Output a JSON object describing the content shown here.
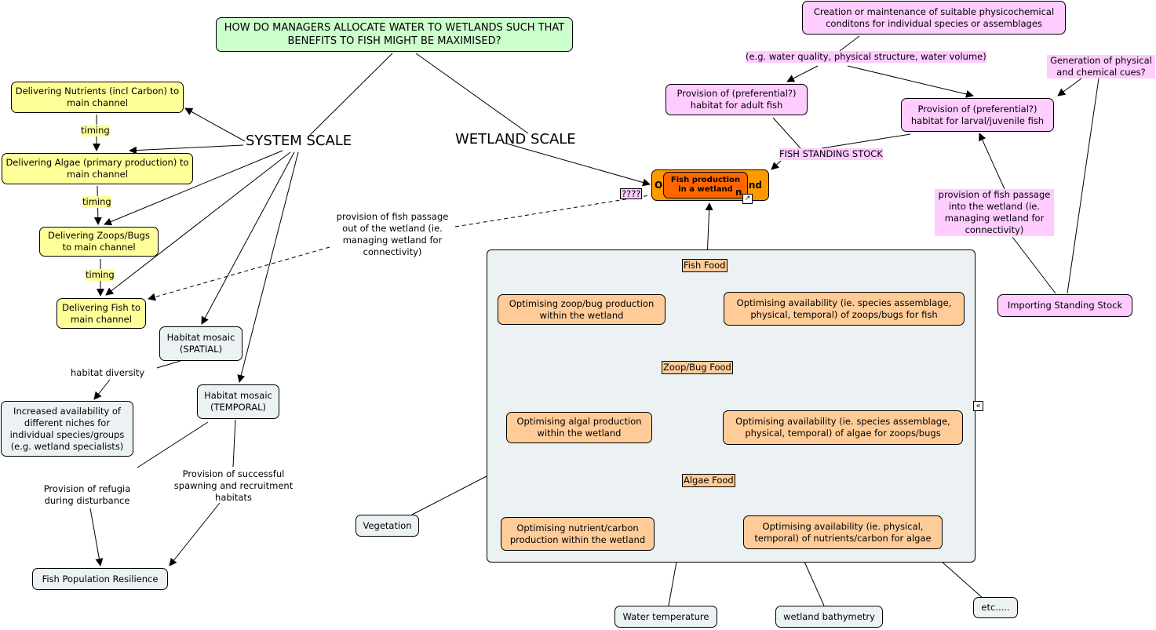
{
  "question": "HOW DO MANAGERS ALLOCATE WATER TO WETLANDS SUCH THAT BENEFITS TO FISH MIGHT BE MAXIMISED?",
  "system_scale": "SYSTEM SCALE",
  "wetland_scale": "WETLAND SCALE",
  "system": {
    "nutrients": "Delivering Nutrients (incl Carbon) to main channel",
    "algae": "Delivering Algae (primary production) to main channel",
    "zoops": "Delivering Zoops/Bugs to main channel",
    "fish": "Delivering Fish to main channel",
    "timing": "timing",
    "habitat_spatial": "Habitat mosaic (SPATIAL)",
    "habitat_temporal": "Habitat mosaic (TEMPORAL)",
    "habitat_diversity": "habitat diversity",
    "niches": "Increased availability of different niches for individual species/groups (e.g. wetland specialists)",
    "refugia": "Provision of refugia during disturbance",
    "spawning": "Provision of successful spawning and recruitment habitats",
    "resilience": "Fish Population Resilience",
    "passage_out": "provision of fish passage out of the wetland (ie. managing wetland for connectivity)"
  },
  "center": {
    "outer_left": "O",
    "outer_right": "nd",
    "outer_bottom": "n",
    "inner": "Fish production in a wetland",
    "unknown_label": "????",
    "link_icon": "↗"
  },
  "wetland": {
    "fish_food": "Fish Food",
    "zoop_food": "Zoop/Bug Food",
    "algae_food": "Algae Food",
    "opt_zoop_prod": "Optimising zoop/bug production within the wetland",
    "opt_zoop_avail": "Optimising availability (ie. species assemblage, physical, temporal) of zoops/bugs for fish",
    "opt_algal_prod": "Optimising algal production within the wetland",
    "opt_algae_avail": "Optimising availability (ie. species assemblage, physical, temporal) of algae for zoops/bugs",
    "opt_nutr_prod": "Optimising nutrient/carbon production within the wetland",
    "opt_nutr_avail": "Optimising availability (ie. physical, temporal) of nutrients/carbon for algae",
    "collapse_icon": "«"
  },
  "factors": {
    "vegetation": "Vegetation",
    "water_temp": "Water temperature",
    "bathymetry": "wetland bathymetry",
    "etc": "etc....."
  },
  "habitat": {
    "creation": "Creation or maintenance of suitable physicochemical conditons for individual species or assemblages",
    "eg": "(e.g. water quality, physical structure, water volume)",
    "cues": "Generation of physical and chemical cues?",
    "adult": "Provision of (preferential?) habitat for adult fish",
    "larval": "Provision of (preferential?) habitat for larval/juvenile fish",
    "standing_stock": "FISH STANDING STOCK",
    "passage_in": "provision of fish passage into the wetland (ie. managing wetland for connectivity)",
    "importing": "Importing Standing Stock"
  },
  "colors": {
    "system": "#ffff99",
    "question": "#ccffcc",
    "wetland": "#ecf2f3",
    "food": "#ffcc99",
    "habitat": "#ffccff",
    "center_outer": "#ff9900",
    "center_inner": "#ff6600"
  }
}
